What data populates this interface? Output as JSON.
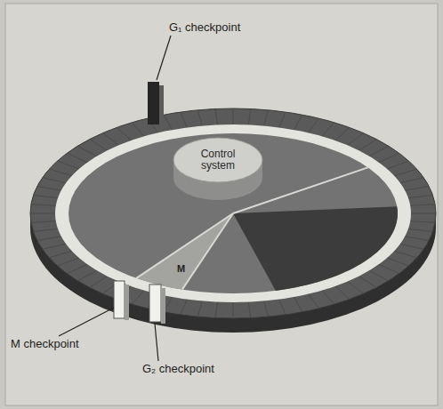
{
  "diagram": {
    "nodes": [
      {
        "text": [
          "Control system"
        ]
      }
    ],
    "labels": [
      "G₁ checkpoint",
      "M",
      "M checkpoint",
      "G₂ checkpoint"
    ]
  }
}
